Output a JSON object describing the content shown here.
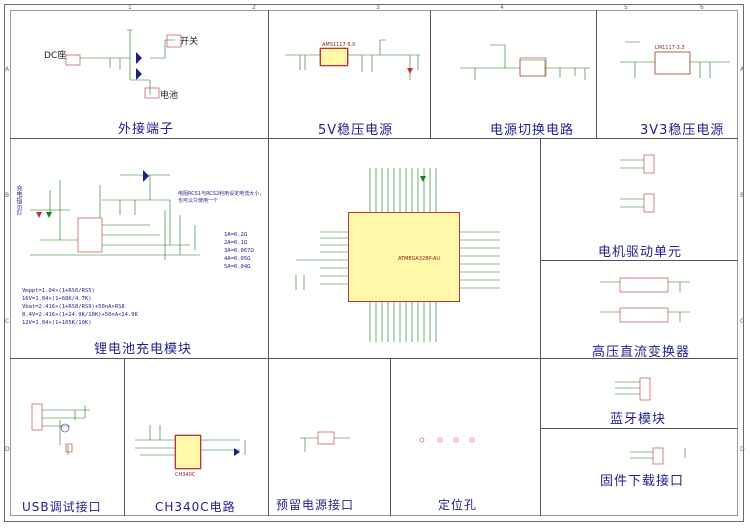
{
  "blocks": {
    "dc_input": "外接端子",
    "reg_5v": "5V稳压电源",
    "power_switch": "电源切换电路",
    "reg_3v3": "3V3稳压电源",
    "charger": "锂电池充电模块",
    "motor": "电机驱动单元",
    "hv_boost": "高压直流变换器",
    "bluetooth": "蓝牙模块",
    "firmware": "固件下载接口",
    "usb_debug": "USB调试接口",
    "ch340c": "CH340C电路",
    "reserved_power": "预留电源接口",
    "mounting": "定位孔"
  },
  "labels": {
    "dc_jack": "DC座",
    "switch": "开关",
    "battery": "电池",
    "mcu_part": "ATMEGA328P-AU",
    "charge_indicator": "充电指示灯",
    "charge_note": "电阻RCS1与RCS2利用设定电流大小，也可以只使用一个",
    "ch340_part": "CH340C",
    "reg_part": "AMS1117-5.0",
    "reg33_part": "LM1117-3.3"
  },
  "charge_table": [
    "1A=0.2Ω",
    "2A=0.1Ω",
    "3A=0.067Ω",
    "4A=0.05Ω",
    "5A=0.04Ω"
  ],
  "charge_formulas": [
    "Vmppt=1.04×(1+RS6/RS5)",
    "16V=1.04×(1+68K/4.7K)",
    "Vbat=2.416×(1+RS8/RS9)+50nA×RS8",
    "8.4V=2.416×(1+24.9K/10K)+50nA×24.9K",
    "12V=1.04×(1+105K/10K)"
  ],
  "zone_cols": [
    "1",
    "2",
    "3",
    "4",
    "5",
    "6"
  ],
  "zone_rows": [
    "A",
    "B",
    "C",
    "D"
  ],
  "colors": {
    "title": "#1f1f8c",
    "wire": "#1a7a1a",
    "part": "#b33333",
    "chip_fill": "#fff8a8",
    "divider": "#555555"
  }
}
